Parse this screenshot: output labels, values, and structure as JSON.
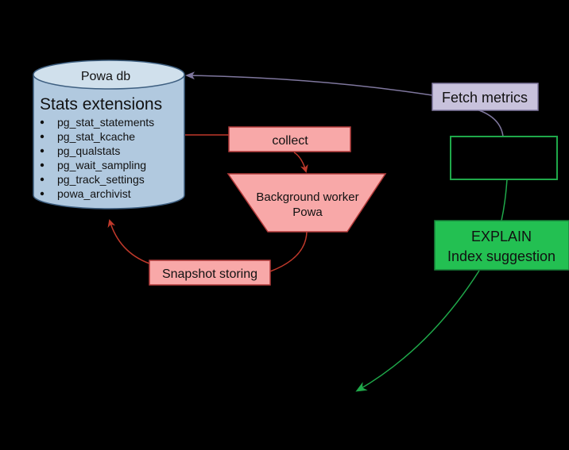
{
  "database": {
    "title": "Powa db",
    "subtitle": "Stats extensions",
    "extensions": [
      "pg_stat_statements",
      "pg_stat_kcache",
      "pg_qualstats",
      "pg_wait_sampling",
      "pg_track_settings",
      "powa_archivist"
    ]
  },
  "collect": {
    "label": "collect"
  },
  "worker": {
    "line1": "Background worker",
    "line2": "Powa"
  },
  "snapshot": {
    "label": "Snapshot storing"
  },
  "fetch": {
    "label": "Fetch metrics"
  },
  "empty_box": {
    "label": ""
  },
  "explain": {
    "line1": "EXPLAIN",
    "line2": "Index suggestion"
  },
  "colors": {
    "background": "#000000",
    "db_fill": "#b1c9df",
    "db_top_fill": "#d0e0ec",
    "db_stroke": "#3e5f80",
    "red_fill": "#f8a8a8",
    "red_stroke": "#b23a3a",
    "red_edge": "#c0392b",
    "purple_fill": "#c8c2dc",
    "purple_stroke": "#7f779e",
    "purple_edge": "#7f779e",
    "green_fill": "#23c052",
    "green_stroke": "#17843a",
    "green_edge": "#1fa84a",
    "text": "#111111"
  }
}
